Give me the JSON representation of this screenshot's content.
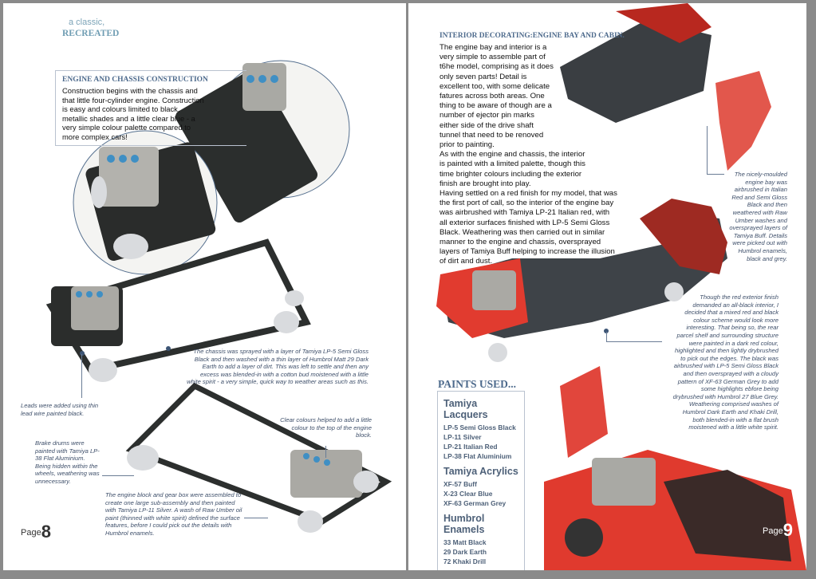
{
  "left_page": {
    "kicker": "a classic,",
    "title": "RECREATED",
    "section_heading": "ENGINE AND CHASSIS CONSTRUCTION",
    "section_body": "Construction begins with the chassis and that little four-cylinder engine. Construction is easy and colours limited to black, metallic shades and a little clear blue - a very simple colour palette compared to more complex cars!",
    "captions": {
      "chassis": "The chassis was sprayed with a layer of Tamiya LP-5 Semi Gloss Black and then washed with a thin layer of Humbrol Matt 29 Dark Earth to add a layer of dirt. This was left to settle and then any excess was blended-in with a cotton bud moistened with a little white spirit - a very simple, quick way to weather areas such as this.",
      "leads": "Leads were added using thin lead wire painted black.",
      "clear": "Clear colours helped to add a little colour to the top of the engine block.",
      "brakes": "Brake drums were painted with Tamiya LP-38 Flat Aluminium. Being hidden within the wheels, weathering was unnecessary.",
      "engine_block": "The engine block and gear box were assembled to create one large sub-assembly and then painted with Tamiya LP-11 Silver. A wash of Raw Umber oil paint (thinned with white spirit) defined the surface features, before I could pick out the details with Humbrol enamels."
    },
    "page_label": "Page",
    "page_number": "8"
  },
  "right_page": {
    "section_heading": "INTERIOR DECORATING:ENGINE BAY AND CABIN.",
    "body_paragraphs": [
      "The engine bay and interior is a very simple to assemble part of t6he model, comprising as it does only seven parts! Detail is excellent too, with some delicate fatures across both areas. One thing to be aware of though are a number of ejector pin marks either side of the drive shaft tunnel that need to be renoved prior to painting.",
      "As with the engine and chassis, the interior is painted with a limited palette, though this time brighter colours including the exterior finish are brought into play.",
      "Having settled on a red finish for my model, that was the first port of call, so the interior of the engine bay was airbrushed with Tamiya LP-21 Italian red, with all exterior surfaces finished with LP-5 Semi Gloss Black. Weathering was then carried out in similar manner to the engine and chassis, oversprayed layers of Tamiya Buff helping to increase the illusion of dirt and dust."
    ],
    "captions": {
      "engine_bay": "The nicely-moulded engine bay was airbrushed in Italian Red and Semi Gloss Black and then weathered with Raw Umber washes and oversprayed layers of Tamiya Buff. Details were picked out with Humbrol enamels, black and grey.",
      "interior": "Though the red exterior finish demanded an all-black interior, I decided that a mixed red and black colour scheme would look more interesting. That being so, the rear parcel shelf and surrounding structure were painted in a dark red colour, highlighted and then lightly drybrushed to pick out the edges. The black was airbrushed with LP-5 Semi Gloss Black and then oversprayed with a cloudy pattern of XF-63 German Grey to add some highlights ebfore being drybrushed with Humbrol 27 Blue Grey. Weathering comprised washes of Humbrol Dark Earth and Khaki Drill, both blended-in with a flat brush moistened with a little white spirit."
    },
    "paints": {
      "heading": "PAINTS USED...",
      "groups": [
        {
          "name": "Tamiya Lacquers",
          "items": [
            "LP-5 Semi Gloss Black",
            "LP-11 Silver",
            "LP-21 Italian Red",
            "LP-38 Flat Aluminium"
          ]
        },
        {
          "name": "Tamiya Acrylics",
          "items": [
            "XF-57 Buff",
            "X-23 Clear Blue",
            "XF-63 German Grey"
          ]
        },
        {
          "name": "Humbrol Enamels",
          "items": [
            "33 Matt Black",
            "29 Dark Earth",
            "72 Khaki Drill"
          ]
        }
      ]
    },
    "page_label": "Page",
    "page_number": "9"
  },
  "colors": {
    "heading": "#4d6a8c",
    "caption": "#3e4f6a",
    "accent_red": "#d8322a",
    "frame": "#8a8a8a"
  }
}
